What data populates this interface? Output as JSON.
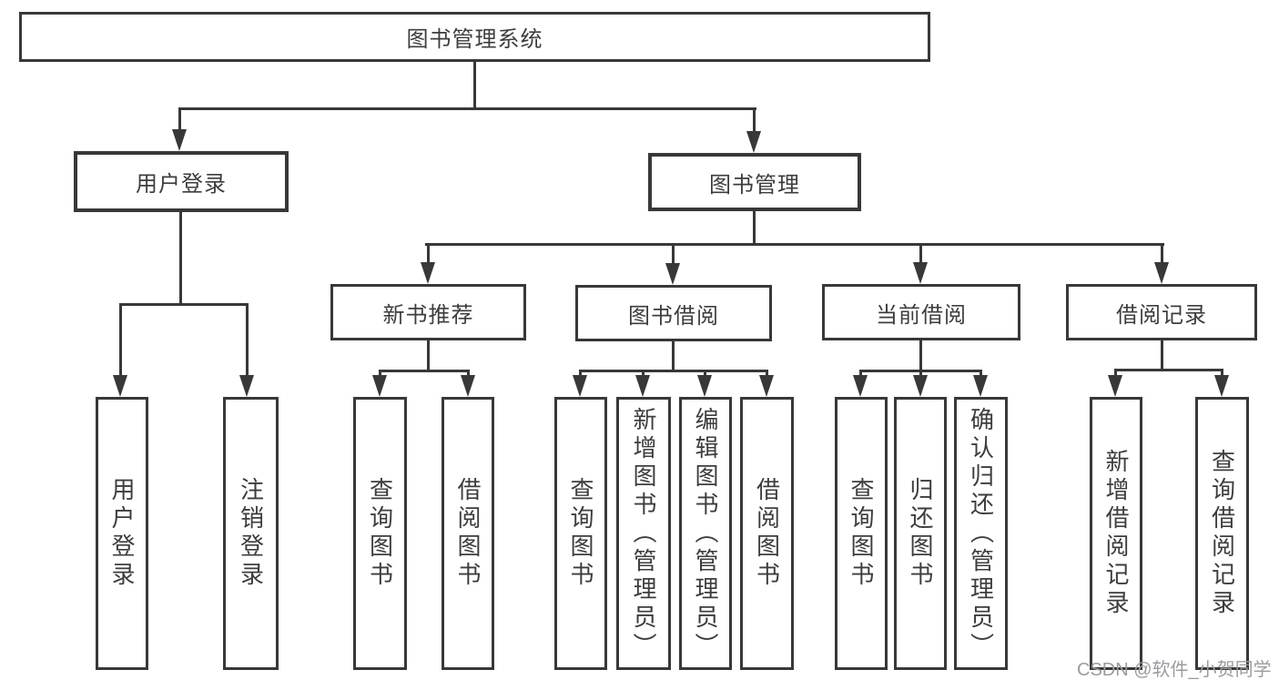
{
  "diagram": {
    "root": {
      "label": "图书管理系统"
    },
    "branches": [
      {
        "label": "用户登录",
        "children": [
          {
            "label": "用户登录"
          },
          {
            "label": "注销登录"
          }
        ]
      },
      {
        "label": "图书管理",
        "children": [
          {
            "label": "新书推荐",
            "children": [
              {
                "label": "查询图书"
              },
              {
                "label": "借阅图书"
              }
            ]
          },
          {
            "label": "图书借阅",
            "children": [
              {
                "label": "查询图书"
              },
              {
                "label": "新增图书（管理员）"
              },
              {
                "label": "编辑图书（管理员）"
              },
              {
                "label": "借阅图书"
              }
            ]
          },
          {
            "label": "当前借阅",
            "children": [
              {
                "label": "查询图书"
              },
              {
                "label": "归还图书"
              },
              {
                "label": "确认归还（管理员）"
              }
            ]
          },
          {
            "label": "借阅记录",
            "children": [
              {
                "label": "新增借阅记录"
              },
              {
                "label": "查询借阅记录"
              }
            ]
          }
        ]
      }
    ],
    "watermark": "CSDN @软件_小贺同学"
  },
  "colors": {
    "line": "#383838",
    "text": "#3d3d3d",
    "wm": "#9b9ba1",
    "bg": "#ffffff"
  }
}
